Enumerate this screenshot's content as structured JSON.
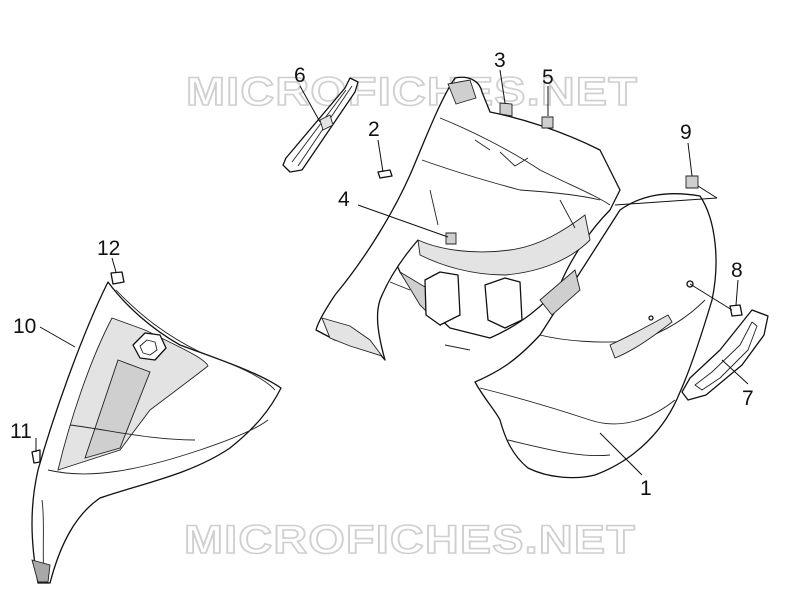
{
  "watermark": {
    "text": "MICROFICHES.NET"
  },
  "callouts": {
    "c1": "1",
    "c2": "2",
    "c3": "3",
    "c4": "4",
    "c5": "5",
    "c6": "6",
    "c7": "7",
    "c8": "8",
    "c9": "9",
    "c10": "10",
    "c11": "11",
    "c12": "12"
  }
}
